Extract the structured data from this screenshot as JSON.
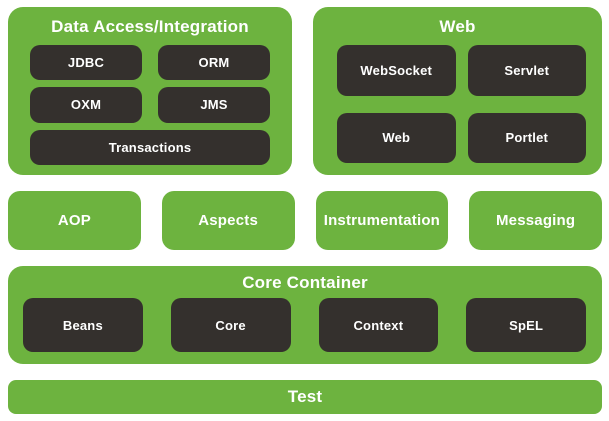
{
  "colors": {
    "brand_green": "#6db33f",
    "module_dark": "#34302d",
    "label_text": "#ffffff",
    "page_background": "#ffffff"
  },
  "diagram": {
    "data_access": {
      "title": "Data Access/Integration",
      "modules": [
        "JDBC",
        "ORM",
        "OXM",
        "JMS"
      ],
      "wide_module": "Transactions"
    },
    "web": {
      "title": "Web",
      "modules": [
        "WebSocket",
        "Servlet",
        "Web",
        "Portlet"
      ]
    },
    "middle": {
      "modules": [
        "AOP",
        "Aspects",
        "Instrumentation",
        "Messaging"
      ]
    },
    "core": {
      "title": "Core Container",
      "modules": [
        "Beans",
        "Core",
        "Context",
        "SpEL"
      ]
    },
    "test": {
      "title": "Test"
    }
  }
}
